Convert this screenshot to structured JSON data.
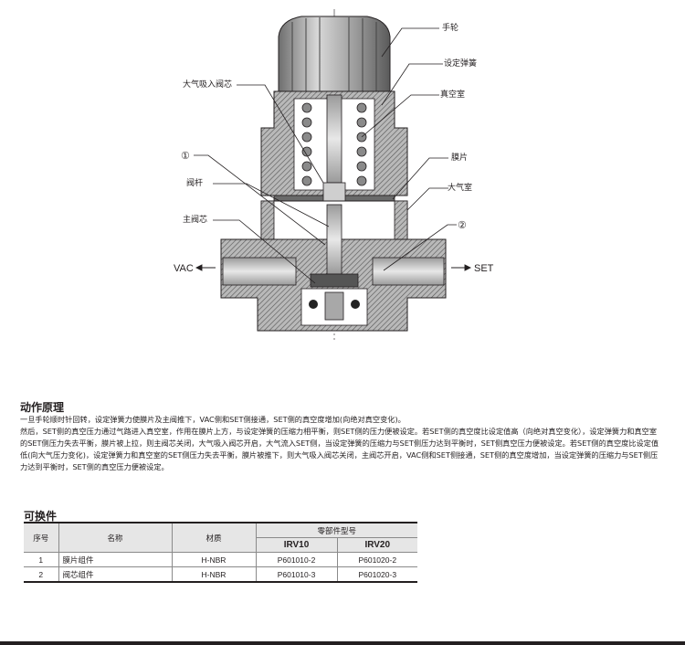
{
  "diagram": {
    "labels": {
      "handwheel": "手轮",
      "setting_spring": "设定弹簧",
      "vacuum_chamber": "真空室",
      "atmosphere_valve": "大气吸入阀芯",
      "diaphragm": "膜片",
      "atmosphere_chamber": "大气室",
      "stem": "阀杆",
      "main_valve": "主阀芯",
      "marker1": "①",
      "marker2": "②"
    },
    "ports": {
      "vac": "VAC",
      "set": "SET"
    }
  },
  "principle": {
    "title": "动作原理",
    "paragraphs": [
      "一旦手轮顺时针回转，设定弹簧力使膜片及主阀推下，VAC侧和SET侧接通，SET侧的真空度增加(向绝对真空变化)。",
      "然后，SET侧的真空压力通过气路进入真空室，作用在膜片上方，与设定弹簧的压缩力相平衡，则SET侧的压力便被设定。若SET侧的真空度比设定值高（向绝对真空变化），设定弹簧力和真空室的SET侧压力失去平衡，膜片被上拉，则主阀芯关闭，大气吸入阀芯开启，大气流入SET侧，当设定弹簧的压缩力与SET侧压力达到平衡时，SET侧真空压力便被设定。若SET侧的真空度比设定值低(向大气压力变化)，设定弹簧力和真空室的SET侧压力失去平衡，膜片被推下，则大气吸入阀芯关闭，主阀芯开启，VAC侧和SET侧接通，SET侧的真空度增加，当设定弹簧的压缩力与SET侧压力达到平衡时，SET侧的真空压力便被设定。"
    ]
  },
  "parts": {
    "title": "可换件",
    "headers": {
      "no": "序号",
      "name": "名称",
      "material": "材质",
      "part_number": "零部件型号",
      "irv10": "IRV10",
      "irv20": "IRV20"
    },
    "rows": [
      {
        "no": "1",
        "name": "膜片组件",
        "material": "H-NBR",
        "irv10": "P601010-2",
        "irv20": "P601020-2"
      },
      {
        "no": "2",
        "name": "阀芯组件",
        "material": "H-NBR",
        "irv10": "P601010-3",
        "irv20": "P601020-3"
      }
    ]
  }
}
